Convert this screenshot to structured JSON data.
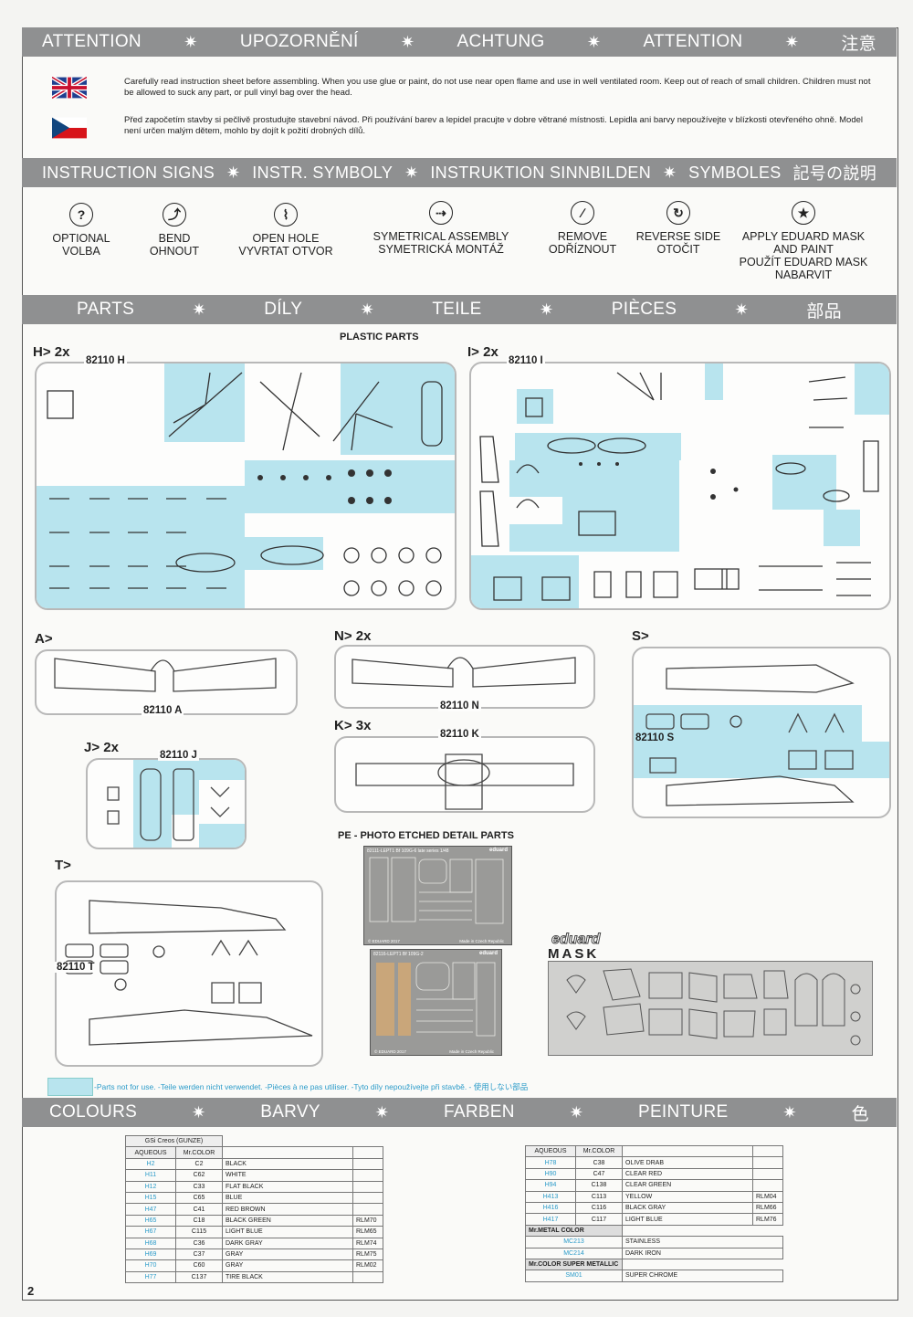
{
  "attention_bar": [
    "ATTENTION",
    "UPOZORNĚNÍ",
    "ACHTUNG",
    "ATTENTION",
    "注意"
  ],
  "warnings": {
    "en": "Carefully read instruction sheet before assembling. When you use glue or paint, do not use near open flame and use in well ventilated room. Keep out of reach of small children. Children must not be allowed to suck any part, or pull vinyl bag over the head.",
    "cz": "Před započetím stavby si pečlivě prostudujte stavební návod. Při používání barev a lepidel pracujte v dobre větrané místnosti. Lepidla ani barvy nepoužívejte v blízkosti otevřeného ohně. Model není určen malým dětem, mohlo by dojít k požití drobných dílů."
  },
  "signs_bar": [
    "INSTRUCTION SIGNS",
    "INSTR. SYMBOLY",
    "INSTRUKTION SINNBILDEN",
    "SYMBOLES",
    "記号の説明"
  ],
  "signs": [
    {
      "l1": "OPTIONAL",
      "l2": "VOLBA",
      "icon": "question-icon"
    },
    {
      "l1": "BEND",
      "l2": "OHNOUT",
      "icon": "bend-icon"
    },
    {
      "l1": "OPEN HOLE",
      "l2": "VYVRTAT OTVOR",
      "icon": "drill-icon"
    },
    {
      "l1": "SYMETRICAL ASSEMBLY",
      "l2": "SYMETRICKÁ MONTÁŽ",
      "icon": "symmetry-icon"
    },
    {
      "l1": "REMOVE",
      "l2": "ODŘÍZNOUT",
      "icon": "knife-icon"
    },
    {
      "l1": "REVERSE SIDE",
      "l2": "OTOČIT",
      "icon": "reverse-icon"
    },
    {
      "l1": "APPLY EDUARD MASK",
      "l2": "AND PAINT",
      "l3": "POUŽÍT EDUARD MASK",
      "l4": "NABARVIT",
      "icon": "mask-star-icon"
    }
  ],
  "parts_bar": [
    "PARTS",
    "DÍLY",
    "TEILE",
    "PIÈCES",
    "部品"
  ],
  "parts": {
    "plastic_title": "PLASTIC PARTS",
    "pe_title": "PE - PHOTO ETCHED DETAIL PARTS",
    "sprues": {
      "H": {
        "label": "H>",
        "count": "2x",
        "code": "82110 H"
      },
      "I": {
        "label": "I>",
        "count": "2x",
        "code": "82110 I"
      },
      "A": {
        "label": "A>",
        "code": "82110 A"
      },
      "N": {
        "label": "N>",
        "count": "2x",
        "code": "82110 N"
      },
      "K": {
        "label": "K>",
        "count": "3x",
        "code": "82110 K"
      },
      "S": {
        "label": "S>",
        "code": "82110 S"
      },
      "J": {
        "label": "J>",
        "count": "2x",
        "code": "82110 J"
      },
      "T": {
        "label": "T>",
        "code": "82110 T"
      }
    },
    "pe1_text": "82111-LEPT1  Bf 109G-6 late series  1/48",
    "pe1_brand": "eduard",
    "pe1_foot_l": "© EDUARD 2017",
    "pe1_foot_r": "Made in Czech Republic",
    "pe2_text": "82116-LEPT1  Bf 109G-2",
    "pe2_brand": "eduard",
    "pe2_foot_l": "© EDUARD 2017",
    "pe2_foot_r": "Made in Czech Republic",
    "mask_brand": "eduard",
    "mask_title": "MASK",
    "not_for_use": "-Parts not for use. -Teile werden nicht verwendet. -Pièces à ne pas utiliser. -Tyto díly nepoužívejte při stavbě. -",
    "not_for_use_jp": "使用しない部品"
  },
  "colours_bar": [
    "COLOURS",
    "BARVY",
    "FARBEN",
    "PEINTURE",
    "色"
  ],
  "colours": {
    "left_header": "GSi Creos (GUNZE)",
    "col_aqueous": "AQUEOUS",
    "col_mrcolor": "Mr.COLOR",
    "left": [
      [
        "H2",
        "C2",
        "BLACK",
        ""
      ],
      [
        "H11",
        "C62",
        "WHITE",
        ""
      ],
      [
        "H12",
        "C33",
        "FLAT BLACK",
        ""
      ],
      [
        "H15",
        "C65",
        "BLUE",
        ""
      ],
      [
        "H47",
        "C41",
        "RED BROWN",
        ""
      ],
      [
        "H65",
        "C18",
        "BLACK GREEN",
        "RLM70"
      ],
      [
        "H67",
        "C115",
        "LIGHT BLUE",
        "RLM65"
      ],
      [
        "H68",
        "C36",
        "DARK GRAY",
        "RLM74"
      ],
      [
        "H69",
        "C37",
        "GRAY",
        "RLM75"
      ],
      [
        "H70",
        "C60",
        "GRAY",
        "RLM02"
      ],
      [
        "H77",
        "C137",
        "TIRE BLACK",
        ""
      ]
    ],
    "right": [
      [
        "H78",
        "C38",
        "OLIVE DRAB",
        ""
      ],
      [
        "H90",
        "C47",
        "CLEAR RED",
        ""
      ],
      [
        "H94",
        "C138",
        "CLEAR GREEN",
        ""
      ],
      [
        "H413",
        "C113",
        "YELLOW",
        "RLM04"
      ],
      [
        "H416",
        "C116",
        "BLACK GRAY",
        "RLM66"
      ],
      [
        "H417",
        "C117",
        "LIGHT BLUE",
        "RLM76"
      ]
    ],
    "metal_header": "Mr.METAL COLOR",
    "metal": [
      [
        "MC213",
        "STAINLESS"
      ],
      [
        "MC214",
        "DARK IRON"
      ]
    ],
    "super_header": "Mr.COLOR SUPER METALLIC",
    "super": [
      [
        "SM01",
        "SUPER CHROME"
      ]
    ]
  },
  "page_number": "2",
  "colors": {
    "bar": "#8f9091",
    "unused": "#b8e4ee",
    "aqueous_text": "#2b9bc9"
  }
}
